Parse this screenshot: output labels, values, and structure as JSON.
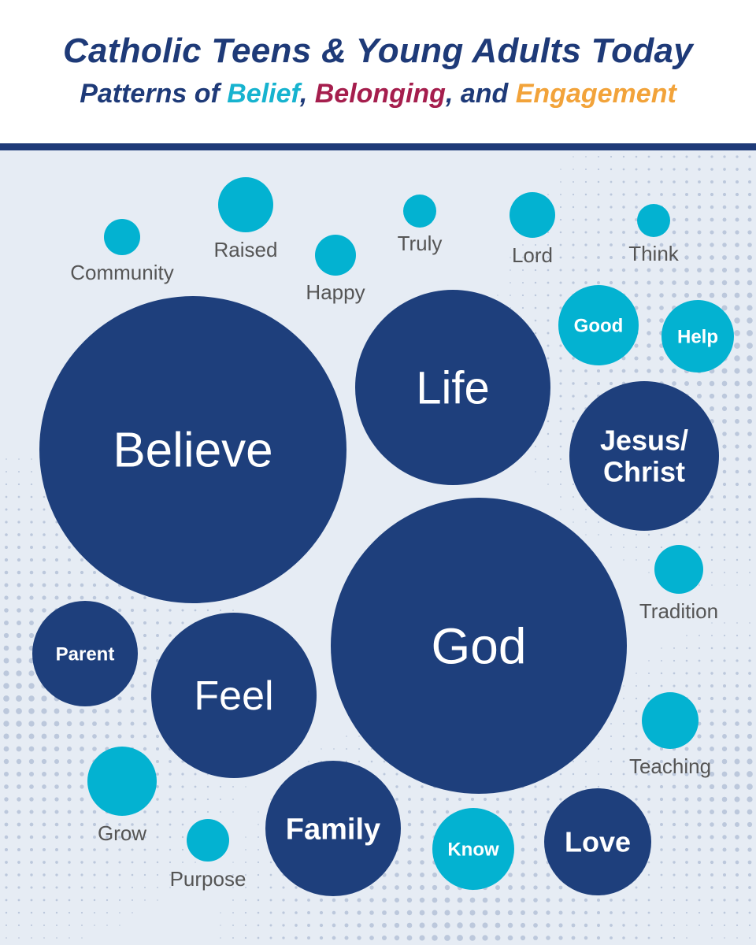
{
  "header": {
    "title": "Catholic Teens & Young Adults Today",
    "subtitle": {
      "prefix": "Patterns of ",
      "belief": "Belief",
      "sep1": ", ",
      "belonging": "Belonging",
      "sep2": ", and ",
      "engagement": "Engagement"
    }
  },
  "colors": {
    "title": "#1e3a78",
    "belief": "#17b3cf",
    "belonging": "#a51e4d",
    "engagement": "#f2a33a",
    "bubble_large": "#1e3f7c",
    "bubble_small": "#03b2d1",
    "label_gray": "#555555",
    "background": "#e6ecf4",
    "dots": "#bcc8dc"
  },
  "words": [
    {
      "word": "Believe"
    },
    {
      "word": "Life"
    },
    {
      "word": "Jesus/\nChrist"
    },
    {
      "word": "God"
    },
    {
      "word": "Feel"
    },
    {
      "word": "Parent"
    },
    {
      "word": "Family"
    },
    {
      "word": "Love"
    },
    {
      "word": "Good"
    },
    {
      "word": "Help"
    },
    {
      "word": "Know"
    },
    {
      "word": "Community"
    },
    {
      "word": "Raised"
    },
    {
      "word": "Happy"
    },
    {
      "word": "Truly"
    },
    {
      "word": "Lord"
    },
    {
      "word": "Think"
    },
    {
      "word": "Tradition"
    },
    {
      "word": "Teaching"
    },
    {
      "word": "Grow"
    },
    {
      "word": "Purpose"
    }
  ]
}
